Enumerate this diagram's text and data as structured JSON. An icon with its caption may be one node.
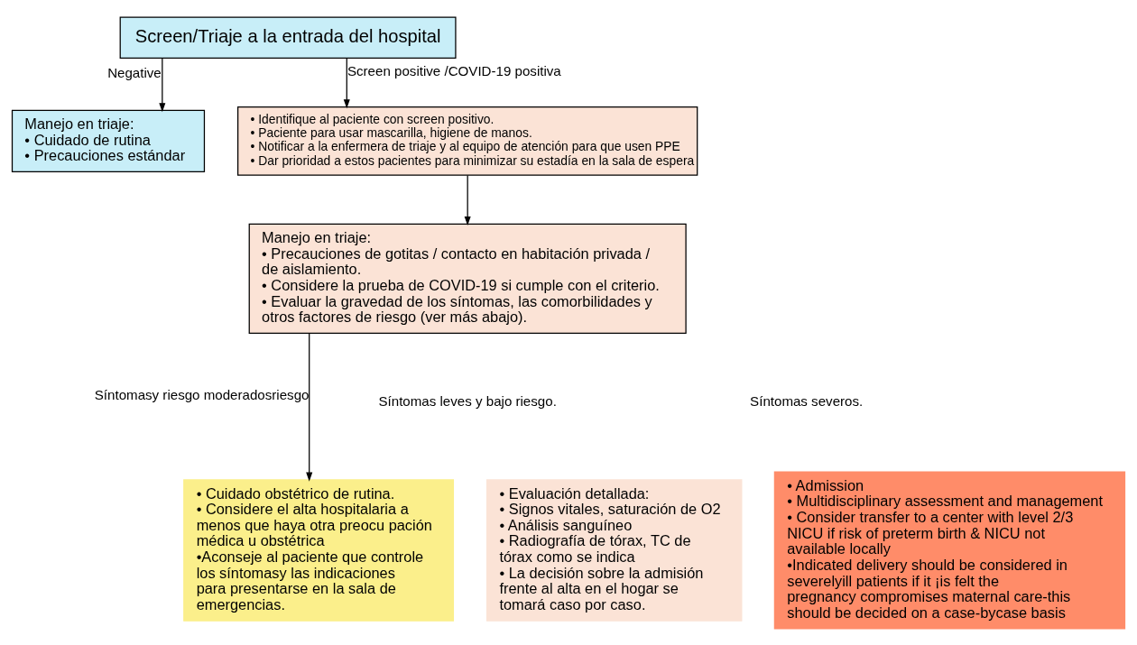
{
  "diagram": {
    "nodes": [
      {
        "text": [
          "Screen/Triaje a la entrada del hospital"
        ]
      },
      {
        "text": [
          "Manejo en triaje:",
          "• Cuidado de rutina",
          "• Precauciones estándar"
        ]
      },
      {
        "text": [
          "• Identifique al paciente con screen positivo.",
          "• Paciente para usar mascarilla, higiene de manos.",
          "• Notificar a la enfermera de triaje y al equipo de atención para que usen PPE",
          "• Dar prioridad a estos pacientes para minimizar su estadía en la sala de espera"
        ]
      },
      {
        "text": [
          "Manejo en triaje:",
          "• Precauciones de gotitas / contacto en habitación privada / de aislamiento.",
          "• Considere la prueba de COVID-19 si cumple con el criterio.",
          "• Evaluar la gravedad de los síntomas, las comorbilidades y otros factores de riesgo (ver más abajo)."
        ]
      },
      {
        "text": [
          "• Cuidado obstétrico de rutina.",
          "• Considere el alta hospitalaria a menos que haya otra preocu pación médica u obstétrica",
          "•Aconseje al paciente que controle los síntomasy las indicaciones para presentarse en la sala de emergencias."
        ]
      },
      {
        "text": [
          "• Evaluación detallada:",
          "• Signos vitales, saturación de O2",
          "• Análisis sanguíneo",
          "• Radiografía de tórax, TC de tórax como se indica",
          "• La decisión sobre la admisión frente al alta en el hogar se tomará caso por caso."
        ]
      },
      {
        "text": [
          "• Admission",
          "• Multidisciplinary assessment and management",
          "• Consider transfer to a center with level 2/3 NICU if risk of preterm birth & NICU not available locally",
          "•Indicated delivery should be considered in severelyill patients if it ¡is felt the pregnancy compromises maternal care-this should be decided on a case-bycase basis"
        ]
      }
    ],
    "edges": [
      {
        "from": 0,
        "to": 1,
        "arrow": "to",
        "label": "Negative"
      },
      {
        "from": 0,
        "to": 2,
        "arrow": "to",
        "label": "Screen positive /COVID-19 positiva"
      },
      {
        "from": 2,
        "to": 3,
        "arrow": "to"
      },
      {
        "from": 3,
        "to": 4,
        "arrow": "to",
        "label": "Síntomasy riesgo moderadosriesgo"
      }
    ],
    "labels": [
      "Síntomas leves y bajo riesgo.",
      "Síntomas severos."
    ]
  }
}
